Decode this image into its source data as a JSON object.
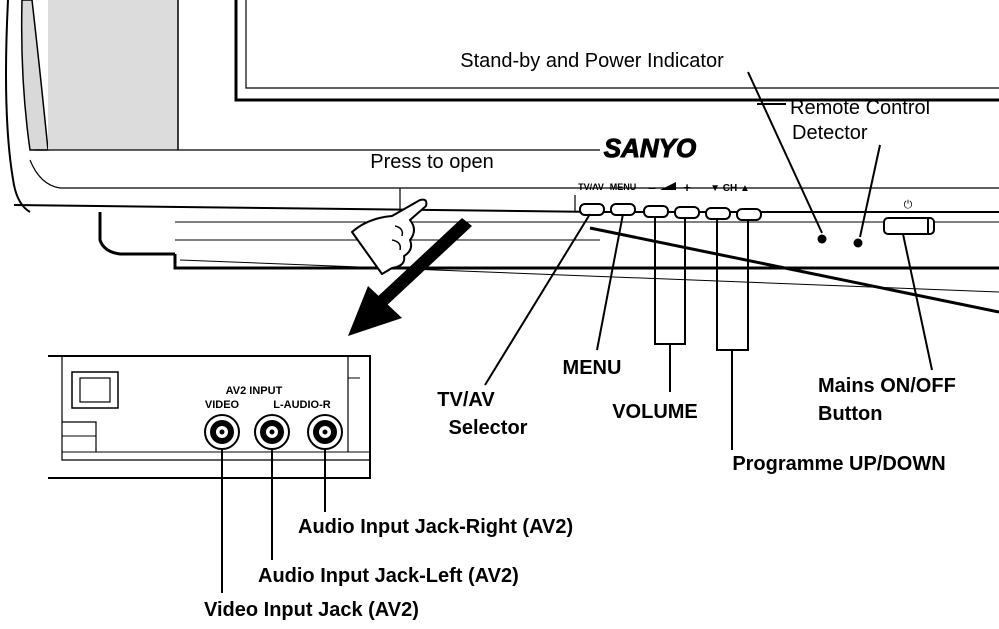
{
  "callouts": {
    "standby": "Stand-by and Power Indicator",
    "remote_line1": "Remote Control",
    "remote_line2": "Detector",
    "press_to_open": "Press to open",
    "menu": "MENU",
    "tvav_line1": "TV/AV",
    "tvav_line2": "Selector",
    "volume": "VOLUME",
    "mains_line1": "Mains ON/OFF",
    "mains_line2": "Button",
    "programme": "Programme UP/DOWN",
    "audio_right": "Audio Input Jack-Right (AV2)",
    "audio_left": "Audio Input Jack-Left (AV2)",
    "video_jack": "Video Input Jack (AV2)"
  },
  "panel": {
    "brand": "SANYO",
    "btn_tvav": "TV/AV",
    "btn_menu": "MENU",
    "btn_vol_minus": "–",
    "btn_vol_plus": "+",
    "btn_ch": "▼ CH ▲",
    "power_symbol": "⏻"
  },
  "av2": {
    "title": "AV2  INPUT",
    "video": "VIDEO",
    "audio": "L-AUDIO-R"
  }
}
